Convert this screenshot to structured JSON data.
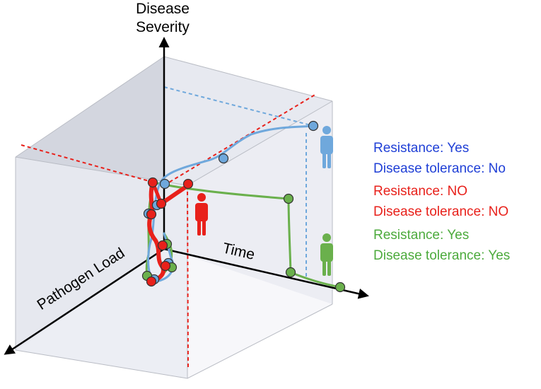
{
  "axes": {
    "y_line1": "Disease",
    "y_line2": "Severity",
    "x": "Time",
    "z": "Pathogen Load"
  },
  "legend": [
    {
      "resistance": "Resistance: Yes",
      "tolerance": "Disease tolerance: No",
      "color": "#1f3fd6"
    },
    {
      "resistance": "Resistance: NO",
      "tolerance": "Disease tolerance:  NO",
      "color": "#e8211b"
    },
    {
      "resistance": "Resistance: Yes",
      "tolerance": "Disease tolerance:  Yes",
      "color": "#4caa3c"
    }
  ],
  "colors": {
    "blue_curve": "#6fa8dc",
    "red_curve": "#e8211b",
    "green_curve": "#6ab04c",
    "box_fill": "#e4e7ef",
    "box_edge": "#b9bcc4"
  },
  "icons": [
    "blue-person-icon",
    "red-person-icon",
    "green-person-icon"
  ]
}
